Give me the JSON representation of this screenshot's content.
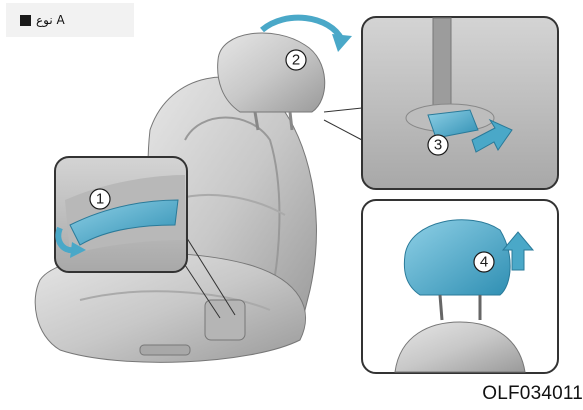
{
  "header": {
    "type_text": "نوع A"
  },
  "steps": [
    "1",
    "2",
    "3",
    "4"
  ],
  "figure_code": "OLF034011",
  "colors": {
    "accent": "#4aa8c8",
    "seat": "#c9c9c9",
    "frame": "#444444"
  }
}
